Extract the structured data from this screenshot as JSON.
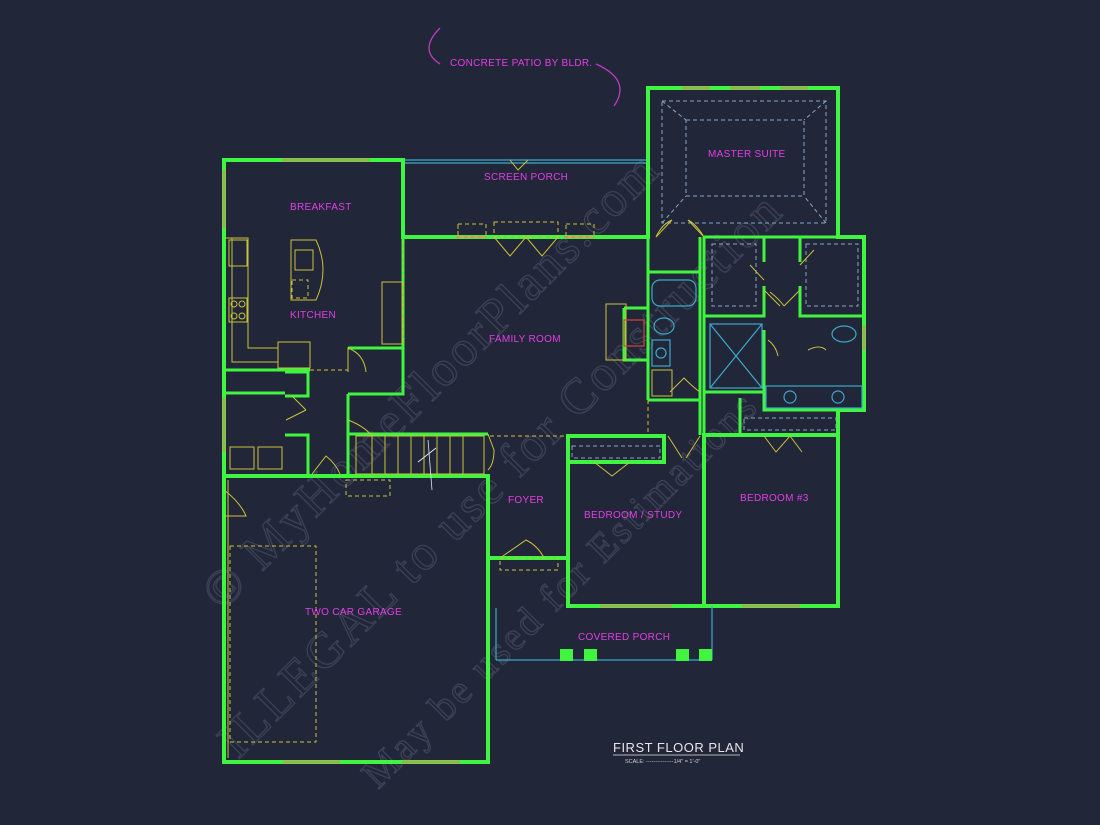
{
  "watermark": {
    "line1": "© MyHomeFloorPlans.com",
    "line2": "ILLEGAL to use for Construction",
    "line3": "May be used for Estimations"
  },
  "plan": {
    "title": "FIRST FLOOR PLAN",
    "scale_label": "SCALE: ---------------1/4\" = 1'-0\""
  },
  "rooms": {
    "patio_note": "CONCRETE PATIO BY BLDR.",
    "screen_porch": "SCREEN PORCH",
    "master_suite": "MASTER SUITE",
    "breakfast": "BREAKFAST",
    "kitchen": "KITCHEN",
    "family_room": "FAMILY ROOM",
    "foyer": "FOYER",
    "bedroom_study": "BEDROOM / STUDY",
    "bedroom_3": "BEDROOM #3",
    "two_car_garage": "TWO CAR GARAGE",
    "covered_porch": "COVERED PORCH"
  },
  "colors": {
    "background": "#222639",
    "walls": "#3ff53f",
    "labels": "#e33ee3",
    "fixtures": "#c9c23a",
    "plumbing": "#3aa9c9"
  }
}
